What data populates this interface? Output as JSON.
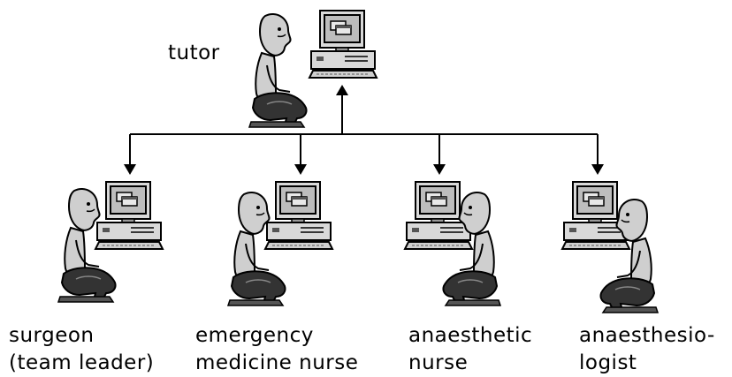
{
  "tutor": {
    "label": "tutor"
  },
  "roles": [
    {
      "line1": "surgeon",
      "line2": "(team leader)"
    },
    {
      "line1": "emergency",
      "line2": "medicine nurse"
    },
    {
      "line1": "anaesthetic",
      "line2": "nurse"
    },
    {
      "line1": "anaesthesio-",
      "line2": "logist"
    }
  ],
  "icons": {
    "person": "person-icon",
    "computer": "computer-icon"
  }
}
